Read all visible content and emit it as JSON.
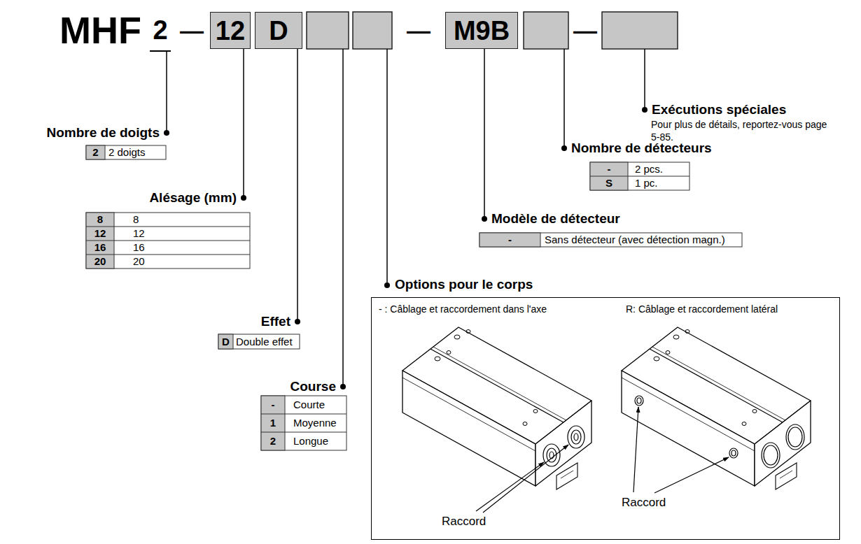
{
  "diagram": {
    "nodes": [
      {
        "text": [
          "12"
        ]
      },
      {
        "text": [
          "D"
        ]
      },
      {
        "text": [
          "M9B"
        ]
      },
      {
        "text": [
          "Options pour le corps",
          "- : Câblage et raccordement dans l'axe",
          "R: Câblage et raccordement latéral",
          "Raccord",
          "Raccord"
        ]
      }
    ],
    "labels": [
      "MHF",
      "2",
      "—",
      "—",
      "—",
      "Nombre de doigts",
      "2",
      "2 doigts",
      "Alésage (mm)",
      "8",
      "8",
      "12",
      "12",
      "16",
      "16",
      "20",
      "20",
      "Effet",
      "D",
      "Double effet",
      "Course",
      "-",
      "Courte",
      "1",
      "Moyenne",
      "2",
      "Longue",
      "Exécutions spéciales",
      "Pour plus de détails, reportez-vous page 5-85.",
      "Nombre de détecteurs",
      "-",
      "2 pcs.",
      "S",
      "1 pc.",
      "Modèle de détecteur",
      "-",
      "Sans détecteur (avec détection magn.)"
    ]
  }
}
